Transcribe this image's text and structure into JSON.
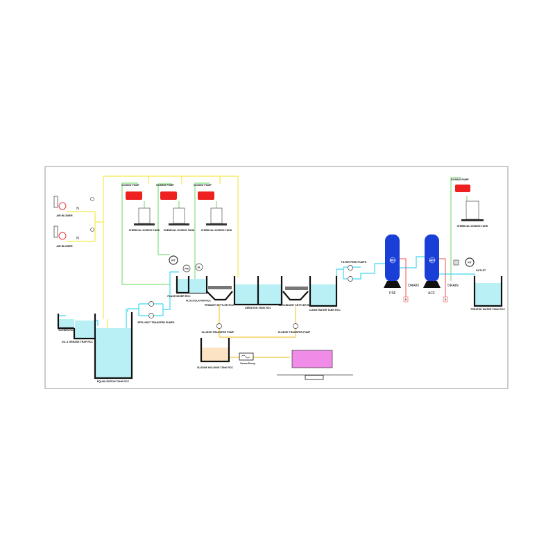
{
  "colors": {
    "air_line": "#f2ea4a",
    "chemical_line": "#7ee07a",
    "water_line": "#40d8f0",
    "sludge_line": "#f5c842",
    "drain_line": "#f05050",
    "vessel": "#1a3fd6",
    "dosing_pump": "#ee2020",
    "liquid": "#b8f0f5",
    "sludge": "#fbe3c4",
    "filter_press": "#f08ce8"
  },
  "labels": {
    "air_blower_1": "AIR BLOWER",
    "air_blower_2": "AIR BLOWER",
    "dosing_pump_1": "DOSING PUMP",
    "dosing_pump_2": "DOSING PUMP",
    "dosing_pump_3": "DOSING PUMP",
    "dosing_pump_4": "DOSING PUMP",
    "chem_tank_1": "CHEMICAL DOSING TANK",
    "chem_tank_2": "CHEMICAL DOSING TANK",
    "chem_tank_3": "CHEMICAL DOSING TANK",
    "chem_tank_4": "CHEMICAL DOSING TANK",
    "screen": "SCREEN RCC",
    "oil_grease": "OIL & GREASE TRAP RCC",
    "equalization": "EQUALIZATION TANK RCC",
    "effluent_pumps": "EFFLUENT TRANSFER PUMPS",
    "flash_mixer": "FLASH MIXER RCC",
    "flocculator": "FLOCCULATOR RCC",
    "primary_settler": "PRIMARY SETTLER RCC",
    "aeration": "AERATION TANK RCC",
    "secondary_settler": "SECONDARY SETTLER RCC",
    "clear_water": "CLEAR WATER TANK RCC",
    "sludge_pump_1": "SLUDGE TRANSFER PUMP",
    "sludge_pump_2": "SLUDGE TRANSFER PUMP",
    "sludge_holding": "SLUDGE HOLDING TANK RCC",
    "screw_pump": "Screw Pump",
    "filter_feed": "FILTER FEED PUMPS",
    "psf": "PSF",
    "acf": "ACF",
    "drain_1": "DRAIN",
    "drain_2": "DRAIN",
    "outlet": "OUTLET",
    "treated_water": "TREATED WATER TANK RCC",
    "fit_1": "FIT",
    "fm": "FM",
    "el": "EL",
    "fit_2": "FIT",
    "mpv_1": "MPV",
    "mpv_2": "MPV",
    "drain_box_1": "D",
    "drain_box_2": "D"
  }
}
